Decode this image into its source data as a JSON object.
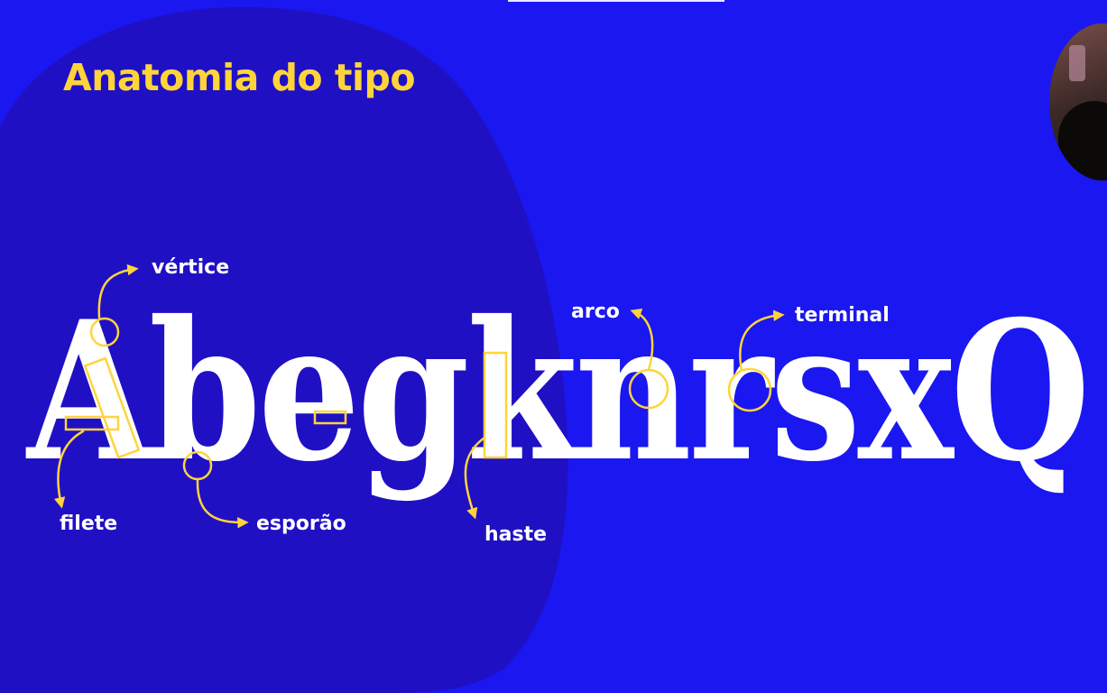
{
  "slide": {
    "title": "Anatomia do tipo",
    "specimen": "AbegknrsxQ",
    "annotations": [
      {
        "id": "vertice",
        "label": "vértice"
      },
      {
        "id": "filete",
        "label": "filete"
      },
      {
        "id": "esporao",
        "label": "esporão"
      },
      {
        "id": "haste",
        "label": "haste"
      },
      {
        "id": "arco",
        "label": "arco"
      },
      {
        "id": "terminal",
        "label": "terminal"
      }
    ]
  },
  "colors": {
    "background": "#1b17f0",
    "blob": "#2010c4",
    "accent": "#ffd43b",
    "text": "#ffffff"
  },
  "overlay": {
    "webcam": "presenter-webcam-circle"
  }
}
